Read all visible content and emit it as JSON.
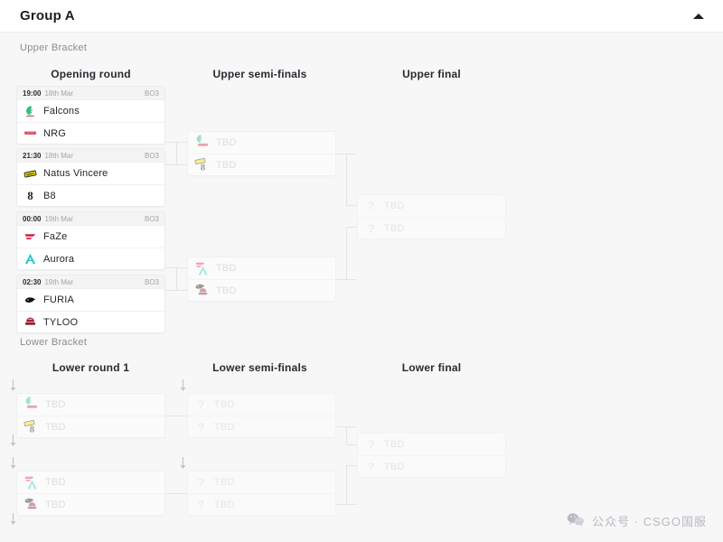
{
  "header": {
    "title": "Group A",
    "collapse_icon": "chevron-up-icon"
  },
  "brackets": {
    "upper": {
      "label": "Upper Bracket",
      "rounds": [
        "Opening round",
        "Upper semi-finals",
        "Upper final"
      ]
    },
    "lower": {
      "label": "Lower Bracket",
      "rounds": [
        "Lower round 1",
        "Lower semi-finals",
        "Lower final"
      ]
    }
  },
  "tbd_label": "TBD",
  "opening_round": [
    {
      "time": "19:00",
      "date": "18th Mar",
      "format": "BO3",
      "teams": [
        {
          "name": "Falcons",
          "logo": "falcons-logo"
        },
        {
          "name": "NRG",
          "logo": "nrg-logo"
        }
      ]
    },
    {
      "time": "21:30",
      "date": "18th Mar",
      "format": "BO3",
      "teams": [
        {
          "name": "Natus Vincere",
          "logo": "navi-logo"
        },
        {
          "name": "B8",
          "logo": "b8-logo"
        }
      ]
    },
    {
      "time": "00:00",
      "date": "19th Mar",
      "format": "BO3",
      "teams": [
        {
          "name": "FaZe",
          "logo": "faze-logo"
        },
        {
          "name": "Aurora",
          "logo": "aurora-logo"
        }
      ]
    },
    {
      "time": "02:30",
      "date": "19th Mar",
      "format": "BO3",
      "teams": [
        {
          "name": "FURIA",
          "logo": "furia-logo"
        },
        {
          "name": "TYLOO",
          "logo": "tyloo-logo"
        }
      ]
    }
  ],
  "upper_semis": [
    {
      "teams": [
        {
          "name": "TBD",
          "logos": [
            "falcons-logo",
            "nrg-logo"
          ]
        },
        {
          "name": "TBD",
          "logos": [
            "navi-logo",
            "b8-logo"
          ]
        }
      ]
    },
    {
      "teams": [
        {
          "name": "TBD",
          "logos": [
            "faze-logo",
            "aurora-logo"
          ]
        },
        {
          "name": "TBD",
          "logos": [
            "furia-logo",
            "tyloo-logo"
          ]
        }
      ]
    }
  ],
  "upper_final": {
    "teams": [
      {
        "name": "TBD",
        "logo": "question-icon"
      },
      {
        "name": "TBD",
        "logo": "question-icon"
      }
    ]
  },
  "lower_round_1": [
    {
      "teams": [
        {
          "name": "TBD",
          "logos": [
            "falcons-logo",
            "nrg-logo"
          ]
        },
        {
          "name": "TBD",
          "logos": [
            "navi-logo",
            "b8-logo"
          ]
        }
      ]
    },
    {
      "teams": [
        {
          "name": "TBD",
          "logos": [
            "faze-logo",
            "aurora-logo"
          ]
        },
        {
          "name": "TBD",
          "logos": [
            "furia-logo",
            "tyloo-logo"
          ]
        }
      ]
    }
  ],
  "lower_semis": [
    {
      "teams": [
        {
          "name": "TBD",
          "logo": "question-icon"
        },
        {
          "name": "TBD",
          "logo": "question-icon"
        }
      ]
    },
    {
      "teams": [
        {
          "name": "TBD",
          "logo": "question-icon"
        },
        {
          "name": "TBD",
          "logo": "question-icon"
        }
      ]
    }
  ],
  "lower_final": {
    "teams": [
      {
        "name": "TBD",
        "logo": "question-icon"
      },
      {
        "name": "TBD",
        "logo": "question-icon"
      }
    ]
  },
  "watermark": {
    "icon": "wechat-icon",
    "text": "公众号 · CSGO国服"
  },
  "colors": {
    "falcons": "#2fbd7e",
    "nrg": "#d9243c",
    "navi": "#f2e205",
    "b8": "#1a1a1a",
    "faze": "#e4254e",
    "aurora": "#1fc8c8",
    "furia": "#1a1a1a",
    "tyloo": "#a62233",
    "card_border": "#ececed",
    "line": "#e4e4e8",
    "tbd_text": "#c9c9d0",
    "background": "#f7f7f8"
  }
}
